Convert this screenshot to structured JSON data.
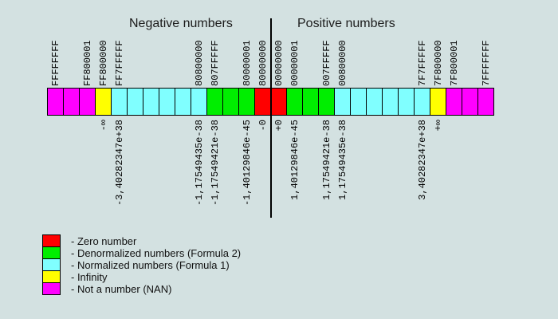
{
  "titles": {
    "negative": "Negative numbers",
    "positive": "Positive numbers"
  },
  "palette": {
    "zero": "#ff0000",
    "denormalized": "#00ee00",
    "normalized": "#80ffff",
    "infinity": "#ffff00",
    "nan": "#ff00ff"
  },
  "background": "#d3e1e1",
  "bar": {
    "cells": [
      "nan",
      "nan",
      "nan",
      "infinity",
      "normalized",
      "normalized",
      "normalized",
      "normalized",
      "normalized",
      "normalized",
      "denormalized",
      "denormalized",
      "denormalized",
      "zero",
      "zero",
      "denormalized",
      "denormalized",
      "denormalized",
      "normalized",
      "normalized",
      "normalized",
      "normalized",
      "normalized",
      "normalized",
      "infinity",
      "nan",
      "nan",
      "nan"
    ]
  },
  "hex_labels": [
    {
      "text": "FFFFFFFF",
      "cell": 0
    },
    {
      "text": "FF800001",
      "cell": 2
    },
    {
      "text": "FF800000",
      "cell": 3
    },
    {
      "text": "FF7FFFFF",
      "cell": 4
    },
    {
      "text": "80800000",
      "cell": 9
    },
    {
      "text": "807FFFFF",
      "cell": 10
    },
    {
      "text": "80000001",
      "cell": 12
    },
    {
      "text": "80000000",
      "cell": 13
    },
    {
      "text": "00000000",
      "cell": 14
    },
    {
      "text": "00000001",
      "cell": 15
    },
    {
      "text": "007FFFFF",
      "cell": 17
    },
    {
      "text": "00800000",
      "cell": 18
    },
    {
      "text": "7F7FFFFF",
      "cell": 23
    },
    {
      "text": "7F800000",
      "cell": 24
    },
    {
      "text": "7F800001",
      "cell": 25
    },
    {
      "text": "7FFFFFFF",
      "cell": 27
    }
  ],
  "value_labels": [
    {
      "text": "-∞",
      "cell": 3
    },
    {
      "text": "-3,40282347e+38",
      "cell": 4
    },
    {
      "text": "-1,17549435e-38",
      "cell": 9
    },
    {
      "text": "-1,17549421e-38",
      "cell": 10
    },
    {
      "text": "-1,40129846e-45",
      "cell": 12
    },
    {
      "text": "-0",
      "cell": 13
    },
    {
      "text": "+0",
      "cell": 14
    },
    {
      "text": "1,40129846e-45",
      "cell": 15
    },
    {
      "text": "1,17549421e-38",
      "cell": 17
    },
    {
      "text": "1,17549435e-38",
      "cell": 18
    },
    {
      "text": "3,40282347e+38",
      "cell": 23
    },
    {
      "text": "+∞",
      "cell": 24
    }
  ],
  "legend": {
    "items": [
      {
        "key": "zero",
        "label": "- Zero number"
      },
      {
        "key": "denormalized",
        "label": "- Denormalized numbers (Formula 2)"
      },
      {
        "key": "normalized",
        "label": "- Normalized numbers (Formula 1)"
      },
      {
        "key": "infinity",
        "label": "- Infinity"
      },
      {
        "key": "nan",
        "label": "- Not a number (NAN)"
      }
    ]
  }
}
